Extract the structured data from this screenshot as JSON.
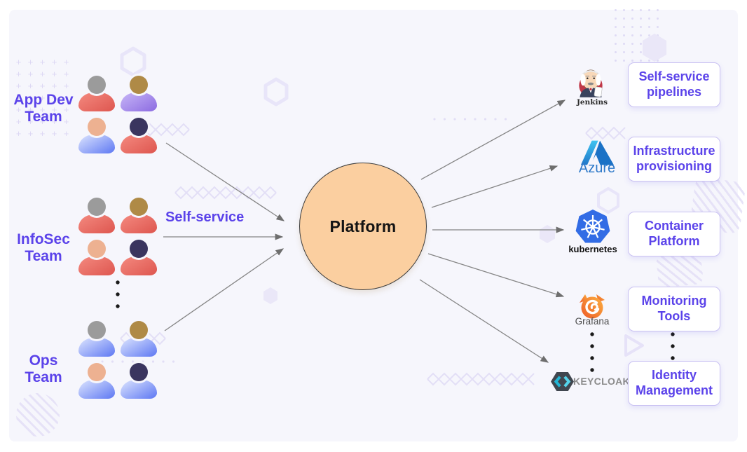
{
  "colors": {
    "panel_bg": "#f6f6fc",
    "accent_text": "#5b43ea",
    "arrow": "#858585",
    "arrow_head": "#6e6e6e",
    "platform_fill": "#fbcfa0",
    "platform_border": "#3d3d3d",
    "box_border": "#c9c1f2"
  },
  "platform": {
    "label": "Platform"
  },
  "arrow_label": "Self-service",
  "head_colors": {
    "gray": "#9b9b9b",
    "gold": "#af8a46",
    "peach": "#edb191",
    "navy": "#3a355f"
  },
  "body_gradients": {
    "red": [
      "#f48a80",
      "#de564f"
    ],
    "purple": [
      "#c7b6f7",
      "#8c6be1"
    ],
    "blue": [
      "#dde5fe",
      "#5e78f3"
    ]
  },
  "teams": [
    {
      "id": "app-dev",
      "label_lines": [
        "App Dev",
        "Team"
      ],
      "members": [
        {
          "head": "gray",
          "body": "red"
        },
        {
          "head": "gold",
          "body": "purple"
        },
        {
          "head": "peach",
          "body": "blue"
        },
        {
          "head": "navy",
          "body": "red"
        }
      ]
    },
    {
      "id": "infosec",
      "label_lines": [
        "InfoSec",
        "Team"
      ],
      "members": [
        {
          "head": "gray",
          "body": "red"
        },
        {
          "head": "gold",
          "body": "red"
        },
        {
          "head": "peach",
          "body": "red"
        },
        {
          "head": "navy",
          "body": "red"
        }
      ]
    },
    {
      "id": "ops",
      "label_lines": [
        "Ops",
        "Team"
      ],
      "members": [
        {
          "head": "gray",
          "body": "blue"
        },
        {
          "head": "gold",
          "body": "blue"
        },
        {
          "head": "peach",
          "body": "blue"
        },
        {
          "head": "navy",
          "body": "blue"
        }
      ]
    }
  ],
  "tools": [
    {
      "id": "jenkins",
      "caption": "Jenkins",
      "icon": "jenkins-logo",
      "box_lines": [
        "Self-service",
        "pipelines"
      ]
    },
    {
      "id": "azure",
      "caption": "Azure",
      "icon": "azure-logo",
      "box_lines": [
        "Infrastructure",
        "provisioning"
      ]
    },
    {
      "id": "kubernetes",
      "caption": "kubernetes",
      "icon": "kubernetes-logo",
      "box_lines": [
        "Container",
        "Platform"
      ]
    },
    {
      "id": "grafana",
      "caption": "Grafana",
      "icon": "grafana-logo",
      "box_lines": [
        "Monitoring",
        "Tools"
      ]
    },
    {
      "id": "keycloak",
      "caption": "KEYCLOAK",
      "icon": "keycloak-logo",
      "box_lines": [
        "Identity",
        "Management"
      ]
    }
  ]
}
